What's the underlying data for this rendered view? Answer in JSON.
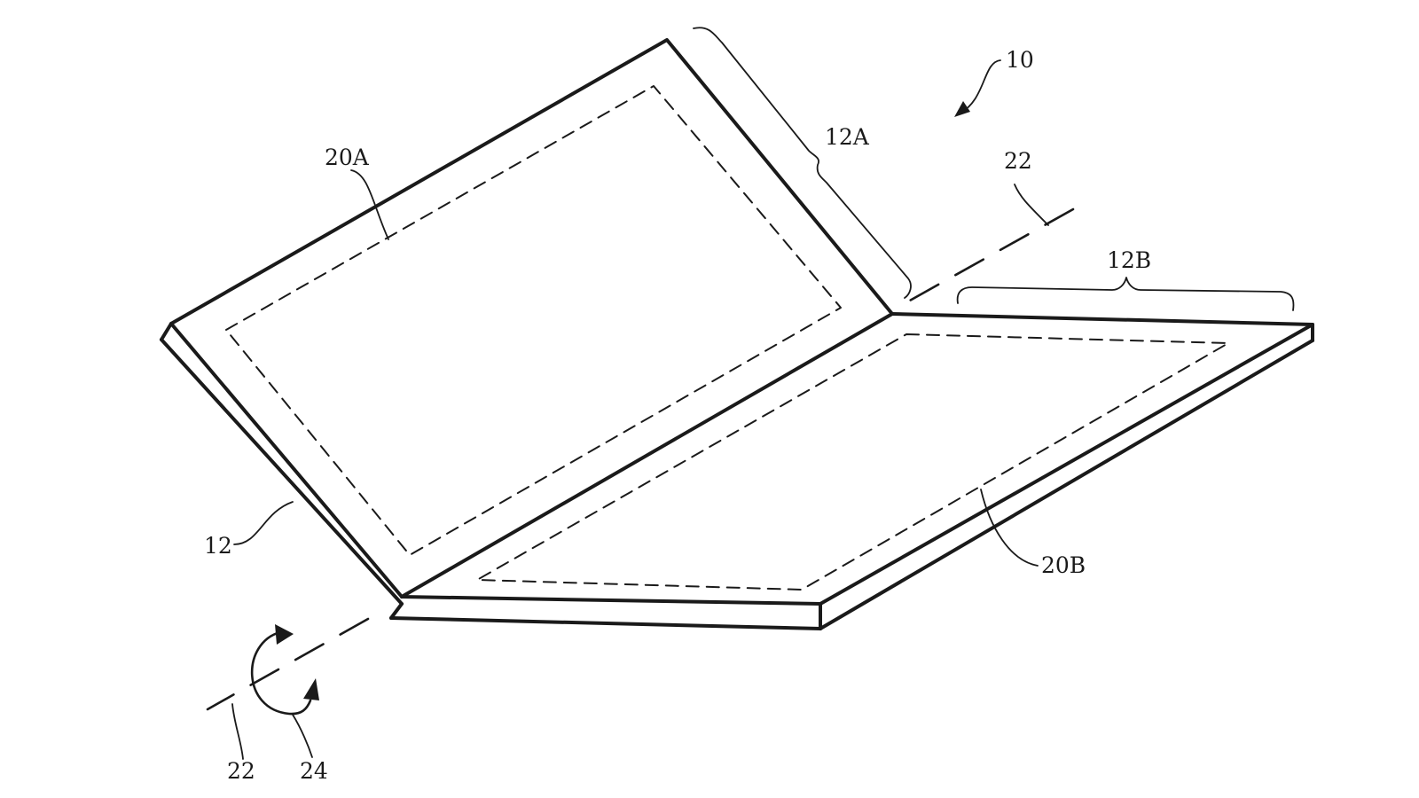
{
  "labels": {
    "device": "10",
    "housing": "12",
    "housing_a": "12A",
    "housing_b": "12B",
    "display_a": "20A",
    "display_b": "20B",
    "axis_top": "22",
    "axis_bottom": "22",
    "rotation": "24"
  }
}
